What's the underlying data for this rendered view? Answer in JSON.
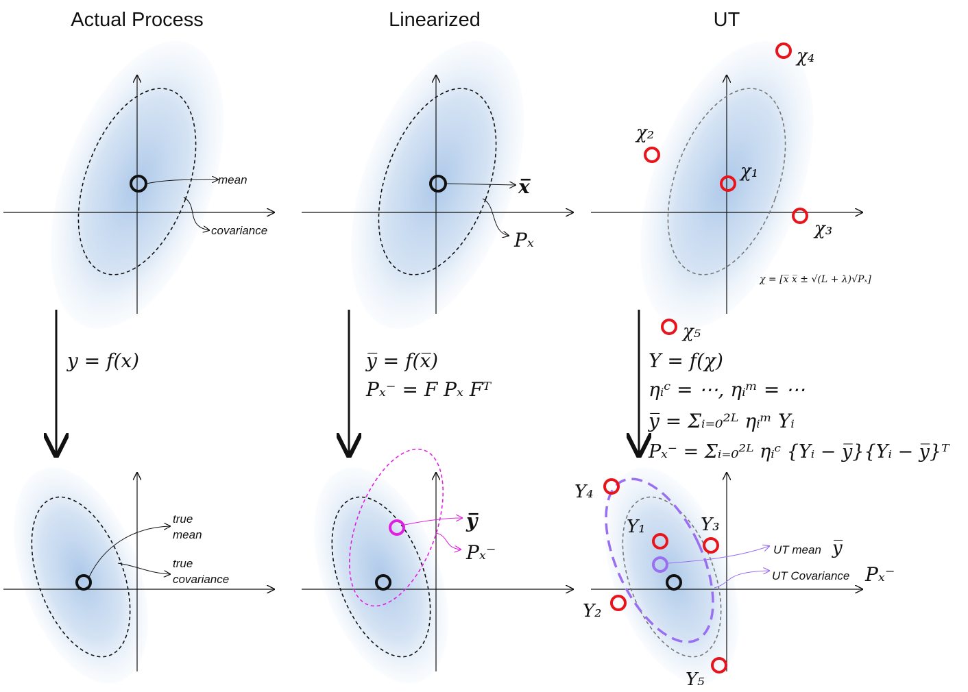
{
  "titles": {
    "actual": "Actual Process",
    "linearized": "Linearized",
    "ut": "UT"
  },
  "labels": {
    "mean": "mean",
    "covariance": "covariance",
    "true_mean_1": "true",
    "true_mean_2": "mean",
    "true_cov_1": "true",
    "true_cov_2": "covariance",
    "ut_mean": "UT mean",
    "ut_cov": "UT Covariance"
  },
  "equations": {
    "actual": "y = f(x)",
    "lin_1": "y̅ = f(x̅)",
    "lin_2": "Pₓ⁻ = F Pₓ Fᵀ",
    "ut_1": "Υ = f(χ)",
    "ut_2": "ηᵢᶜ = ⋯, ηᵢᵐ = ⋯",
    "ut_3": "y̅ = Σᵢ₌₀²ᴸ ηᵢᵐ Υᵢ",
    "ut_4": "Pₓ⁻ = Σᵢ₌₀²ᴸ ηᵢᶜ {Υᵢ − y̅}{Υᵢ − y̅}ᵀ",
    "sigma_def": "χ = [x̅   x̅ ± √(L + λ)√Pₓ]"
  },
  "symbols": {
    "xbar": "x̅",
    "px": "Pₓ",
    "ybar": "y̅",
    "px_minus": "Pₓ⁻",
    "chi1": "χ₁",
    "chi2": "χ₂",
    "chi3": "χ₃",
    "chi4": "χ₄",
    "chi5": "χ₅",
    "ups1": "Υ₁",
    "ups2": "Υ₂",
    "ups3": "Υ₃",
    "ups4": "Υ₄",
    "ups5": "Υ₅"
  },
  "colors": {
    "sigma_point": "#e8141c",
    "linearized_mean": "#e020e0",
    "ut_estimate": "#9a6ef0",
    "cloud": "#a9c6e8"
  }
}
